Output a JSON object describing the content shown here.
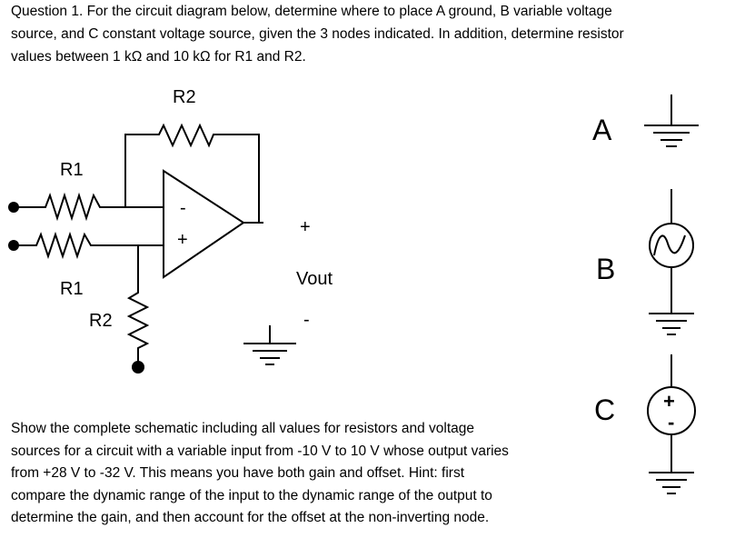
{
  "question": {
    "lines": [
      "Question 1. For the circuit diagram below, determine where to place A ground, B variable voltage",
      "source, and C constant voltage source, given the 3 nodes indicated. In addition, determine resistor",
      "values between 1 kΩ and 10 kΩ for R1 and R2."
    ]
  },
  "circuit": {
    "r2_top_label": "R2",
    "r1_top_label": "R1",
    "r1_bottom_label": "R1",
    "r2_bottom_label": "R2",
    "opamp_minus": "-",
    "opamp_plus": "+",
    "vout_plus": "+",
    "vout_label": "Vout",
    "vout_minus": "-"
  },
  "legend": {
    "a_label": "A",
    "b_label": "B",
    "c_label": "C",
    "c_source_plus": "+",
    "c_source_minus": "-"
  },
  "body": {
    "lines": [
      "Show the complete schematic including all values for resistors and voltage",
      "sources for a circuit with a variable input from -10 V to 10 V whose output varies",
      "from +28 V to -32 V. This means you have both gain and offset. Hint: first",
      "compare the dynamic range of the input to the dynamic range of the output to",
      "determine the gain, and then account for the offset at the non-inverting node."
    ]
  }
}
